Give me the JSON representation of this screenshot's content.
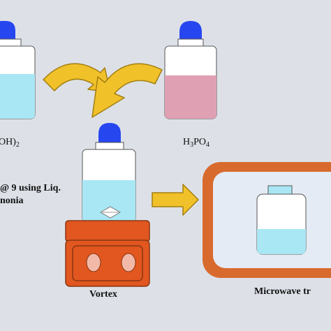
{
  "labels": {
    "left_reagent": "OH)",
    "left_reagent_sub": "2",
    "right_reagent": {
      "parts": [
        "H",
        "3",
        "PO",
        "4"
      ]
    },
    "ph_note_line1": "@ 9 using Liq.",
    "ph_note_line2": "nonia",
    "vortex": "Vortex",
    "microwave": "Microwave tr"
  },
  "colors": {
    "background": "#dde1e7",
    "cap_blue": "#2647f0",
    "liquid_blue": "#a9e7f4",
    "liquid_pink": "#e0a0b3",
    "arrow_yellow": "#f1c12a",
    "arrow_outline": "#a37f10",
    "vortex_orange": "#e1571f",
    "vortex_dark": "#8a3614",
    "microwave_border": "#d96a2e",
    "microwave_screen": "#e4ebf5"
  }
}
